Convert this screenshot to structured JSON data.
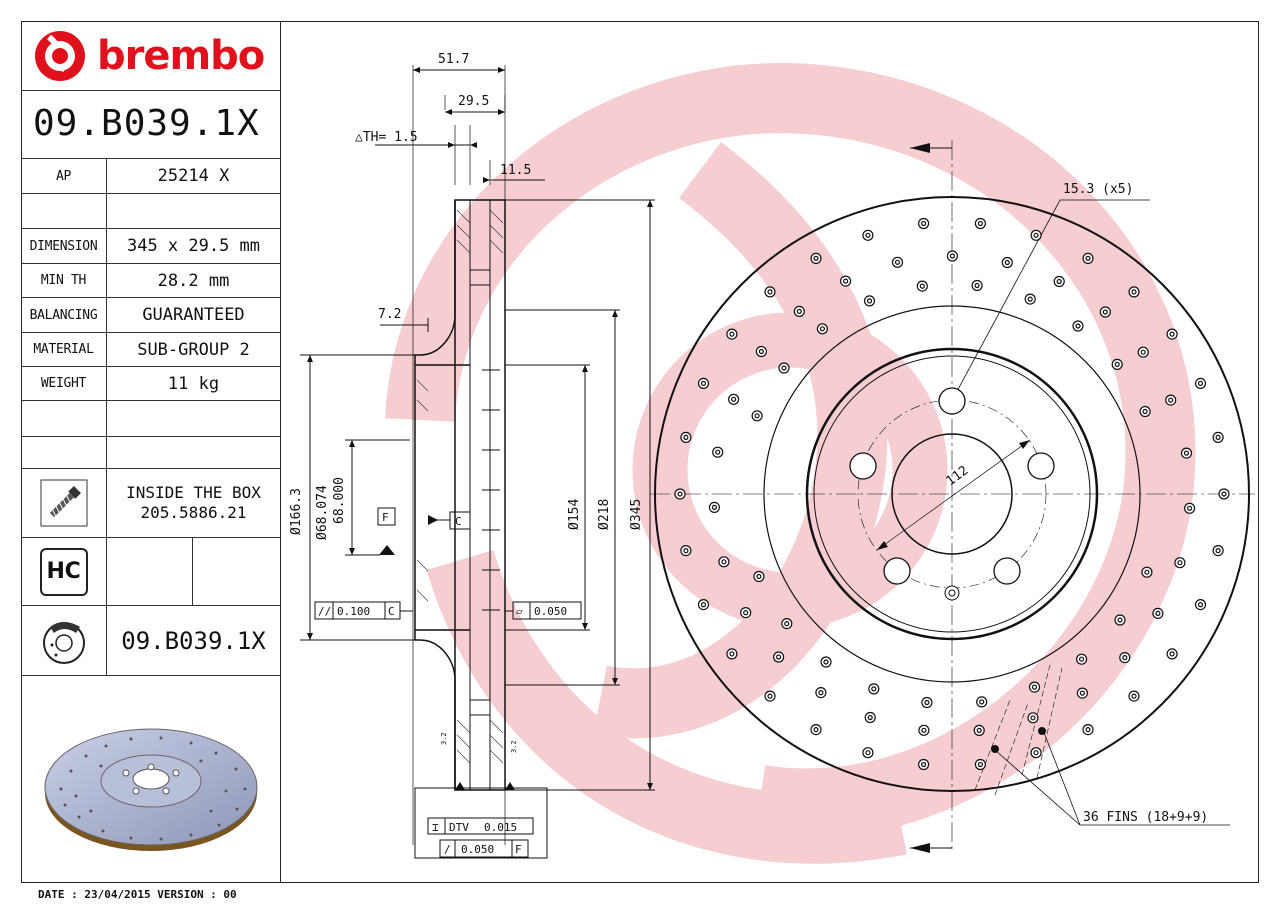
{
  "brand": {
    "name": "brembo"
  },
  "part_number": "09.B039.1X",
  "specs": [
    {
      "label": "AP",
      "value": "25214 X"
    },
    {
      "label": "",
      "value": ""
    },
    {
      "label": "DIMENSION",
      "value": "345 x 29.5 mm"
    },
    {
      "label": "MIN TH",
      "value": "28.2 mm"
    },
    {
      "label": "BALANCING",
      "value": "GUARANTEED"
    },
    {
      "label": "MATERIAL",
      "value": "SUB-GROUP 2"
    },
    {
      "label": "WEIGHT",
      "value": "11 kg"
    }
  ],
  "inside_box": {
    "line1": "INSIDE THE BOX",
    "line2": "205.5886.21"
  },
  "hc_label": "HC",
  "bottom_part_number": "09.B039.1X",
  "footer": "DATE : 23/04/2015 VERSION : 00",
  "dimensions": {
    "overall_width": "51.7",
    "thickness": "29.5",
    "delta_th": "△TH= 1.5",
    "hat_offset": "11.5",
    "flange": "7.2",
    "d_166": "Ø166.3",
    "d_68_074": "Ø68.074",
    "d_68_000": "68.000",
    "d_154": "Ø154",
    "d_218": "Ø218",
    "d_345": "Ø345",
    "datum_f": "F",
    "datum_c": "C",
    "parallelism_value": "0.100",
    "parallelism_ref": "C",
    "flatness_value": "0.050",
    "dtv_label": "DTV",
    "dtv_value": "0.015",
    "runout_value": "0.050",
    "runout_ref": "F",
    "roughness": "3.2",
    "holes": "15.3 (x5)",
    "pcd": "112",
    "fins": "36 FINS (18+9+9)"
  },
  "colors": {
    "brand_red": "#e0101c",
    "watermark": "#f4c6c9",
    "line": "#111111"
  }
}
